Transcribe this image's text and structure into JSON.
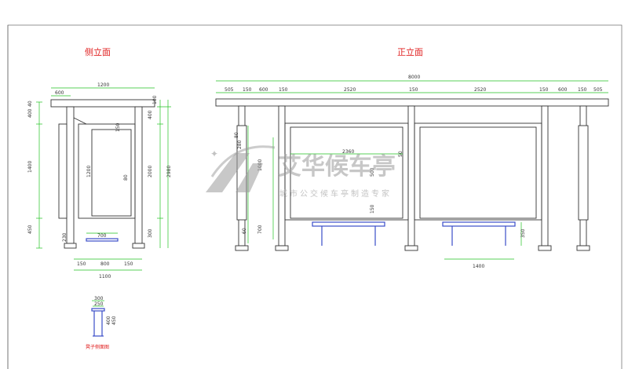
{
  "titles": {
    "side": "侧立面",
    "front": "正立面",
    "bench": "凳子侧面图"
  },
  "watermark": {
    "brand": "艾华候车亭",
    "slogan": "城市公交候车亭制造专家"
  },
  "side_dims": {
    "top_width": "1200",
    "top_left": "600",
    "left_40": "40",
    "left_400": "400",
    "left_1400": "1400",
    "left_450": "450",
    "right_100": "100",
    "right_400": "400",
    "right_2000": "2000",
    "right_2980": "2980",
    "right_300": "300",
    "inner_150": "150",
    "inner_1200": "1200",
    "inner_80": "80",
    "inner_230": "230",
    "bench_700": "700",
    "base_150_left": "150",
    "base_800": "800",
    "base_150_right": "150",
    "base_1100": "1100"
  },
  "front_dims": {
    "total": "8000",
    "segments": [
      "505",
      "150",
      "600",
      "150",
      "2520",
      "150",
      "2520",
      "150",
      "600",
      "150",
      "505"
    ],
    "left_80": "80",
    "left_280": "280",
    "center_2360": "2360",
    "center_1000": "1000",
    "center_500": "500",
    "center_150": "150",
    "pillar_50": "50",
    "leg_700": "700",
    "leg_60": "60",
    "bench_width": "1400",
    "bench_height": "350"
  },
  "bench_dims": {
    "top_300": "300",
    "top_250": "250",
    "side_400": "400",
    "side_450": "450"
  },
  "colors": {
    "dimension": "#22c222",
    "outline": "#333333",
    "bench": "#3a4cc8",
    "title": "#e02020",
    "watermark": "#9a9a9a"
  }
}
